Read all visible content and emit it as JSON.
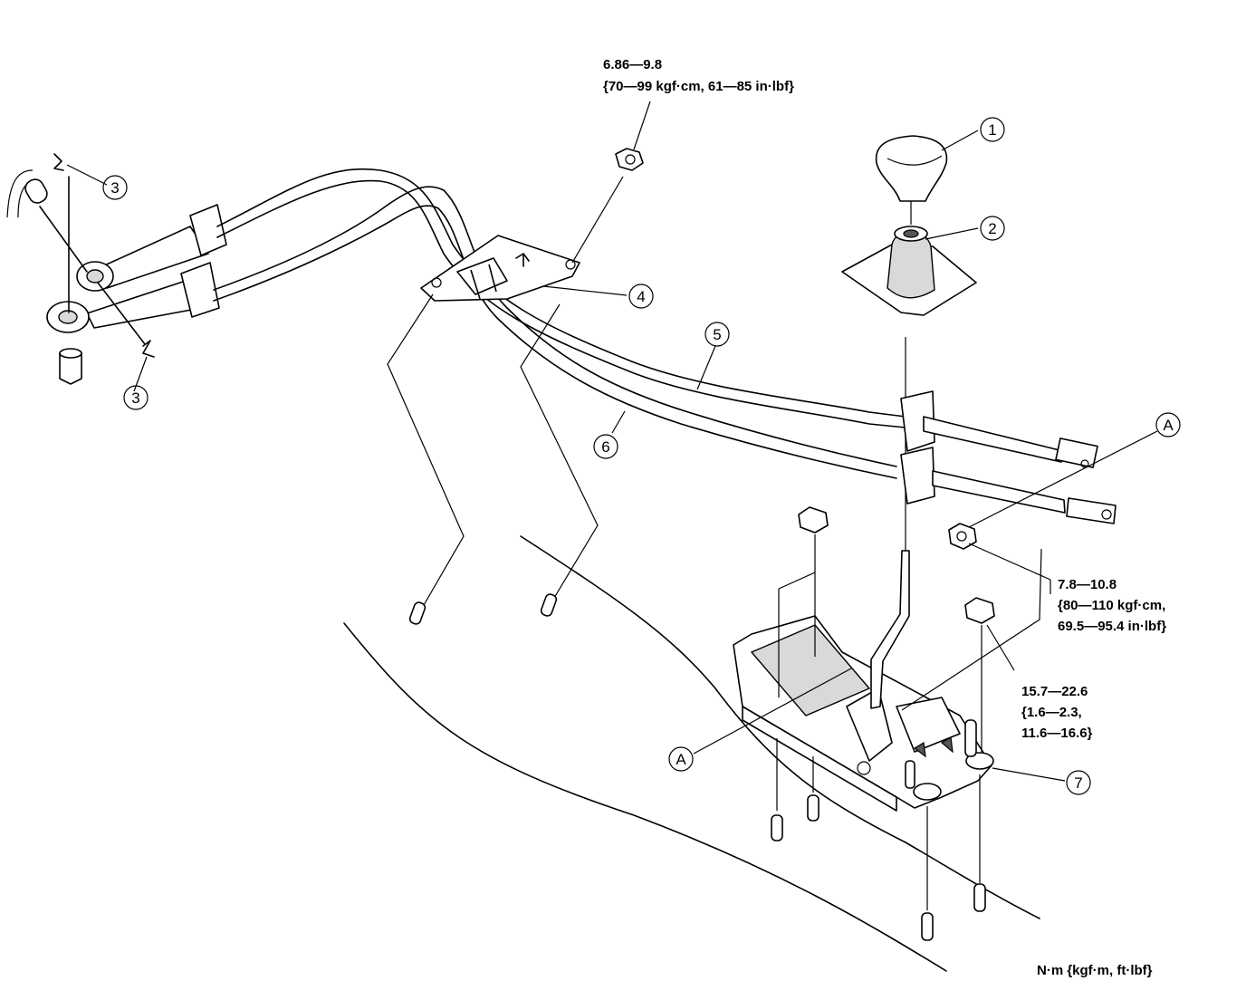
{
  "callouts": {
    "c1": "1",
    "c2": "2",
    "c3a": "3",
    "c3b": "3",
    "c4": "4",
    "c5": "5",
    "c6": "6",
    "c7": "7",
    "cA1": "A",
    "cA2": "A"
  },
  "torque_specs": {
    "bracket_nut": {
      "line1": "6.86—9.8",
      "line2": "{70—99 kgf·cm, 61—85 in·lbf}"
    },
    "cable_nut": {
      "line1": "7.8—10.8",
      "line2": "{80—110 kgf·cm,",
      "line3": "69.5—95.4 in·lbf}"
    },
    "base_nut": {
      "line1": "15.7—22.6",
      "line2": "{1.6—2.3,",
      "line3": "11.6—16.6}"
    }
  },
  "units_note": "N·m {kgf·m,  ft·lbf}"
}
